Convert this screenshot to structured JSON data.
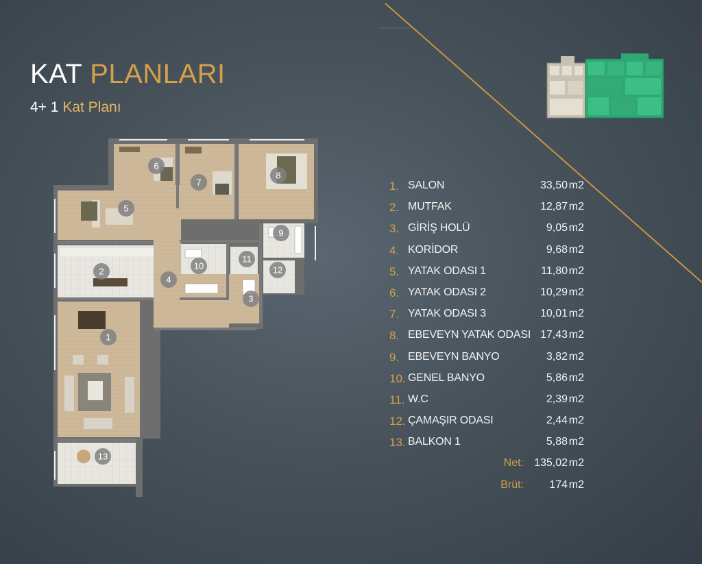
{
  "header": {
    "title_part1": "KAT",
    "title_part2": "PLANLARI",
    "subtitle_part1": "4+ 1",
    "subtitle_part2": "Kat Planı"
  },
  "rooms": [
    {
      "num": "1.",
      "name": "SALON",
      "area": "33,50",
      "unit": "m2"
    },
    {
      "num": "2.",
      "name": "MUTFAK",
      "area": "12,87",
      "unit": "m2"
    },
    {
      "num": "3.",
      "name": "GİRİŞ HOLÜ",
      "area": "9,05",
      "unit": "m2"
    },
    {
      "num": "4.",
      "name": "KORİDOR",
      "area": "9,68",
      "unit": "m2"
    },
    {
      "num": "5.",
      "name": "YATAK ODASI 1",
      "area": "11,80",
      "unit": "m2"
    },
    {
      "num": "6.",
      "name": "YATAK ODASI 2",
      "area": "10,29",
      "unit": "m2"
    },
    {
      "num": "7.",
      "name": "YATAK ODASI 3",
      "area": "10,01",
      "unit": "m2"
    },
    {
      "num": "8.",
      "name": "EBEVEYN YATAK ODASI",
      "area": "17,43",
      "unit": "m2"
    },
    {
      "num": "9.",
      "name": "EBEVEYN BANYO",
      "area": "3,82",
      "unit": "m2"
    },
    {
      "num": "10.",
      "name": "GENEL BANYO",
      "area": "5,86",
      "unit": "m2"
    },
    {
      "num": "11.",
      "name": "W.C",
      "area": "2,39",
      "unit": "m2"
    },
    {
      "num": "12.",
      "name": "ÇAMAŞIR ODASI",
      "area": "2,44",
      "unit": "m2"
    },
    {
      "num": "13.",
      "name": "BALKON 1",
      "area": "5,88",
      "unit": "m2"
    }
  ],
  "totals": {
    "net_label": "Net:",
    "net_value": "135,02",
    "net_unit": "m2",
    "gross_label": "Brüt:",
    "gross_value": "174",
    "gross_unit": "m2"
  },
  "plan_labels": [
    "1",
    "2",
    "3",
    "4",
    "5",
    "6",
    "7",
    "8",
    "9",
    "10",
    "11",
    "12",
    "13"
  ],
  "colors": {
    "accent_gold": "#d4a04a",
    "thumbnail_green": "#2fa874",
    "floor_wood": "#cdb99a",
    "wall": "#6b6b6b"
  }
}
